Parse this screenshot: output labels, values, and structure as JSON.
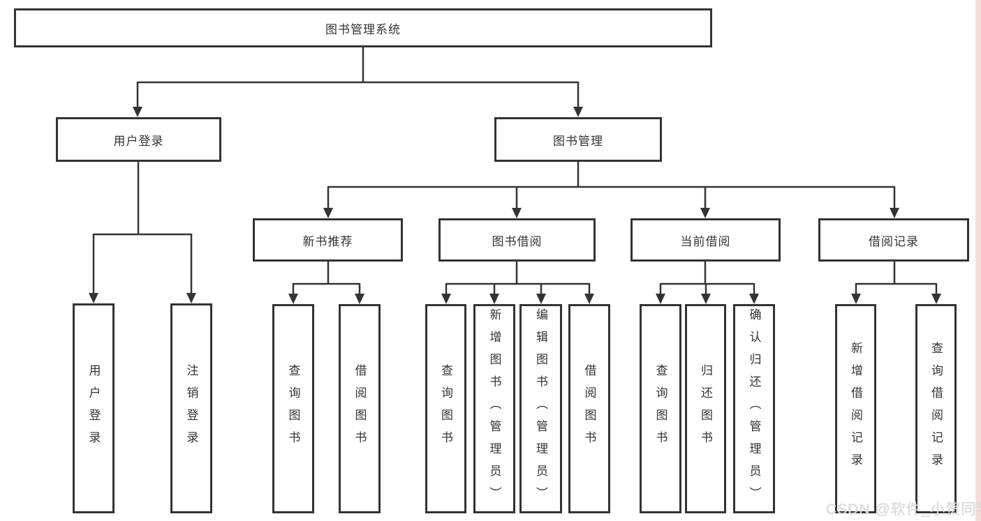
{
  "diagram": {
    "title": "图书管理系统",
    "level1": {
      "user_login": "用户登录",
      "book_mgmt": "图书管理"
    },
    "level2": {
      "new_books": "新书推荐",
      "book_borrow": "图书借阅",
      "current_borrow": "当前借阅",
      "borrow_records": "借阅记录"
    },
    "leaves": {
      "user_login": [
        "用户登录",
        "注销登录"
      ],
      "new_books": [
        "查询图书",
        "借阅图书"
      ],
      "book_borrow": [
        "查询图书",
        "新增图书（管理员）",
        "编辑图书（管理员）",
        "借阅图书"
      ],
      "current_borrow": [
        "查询图书",
        "归还图书",
        "确认归还（管理员）"
      ],
      "borrow_records": [
        "新增借阅记录",
        "查询借阅记录"
      ]
    }
  },
  "watermark": {
    "text": "CSDN @软件_小贺同学",
    "color": "#dcdcdc"
  },
  "colors": {
    "line": "#333333",
    "border": "#333333",
    "background": "#ffffff",
    "text": "#333333",
    "right_strip": "#f6dbdb"
  }
}
